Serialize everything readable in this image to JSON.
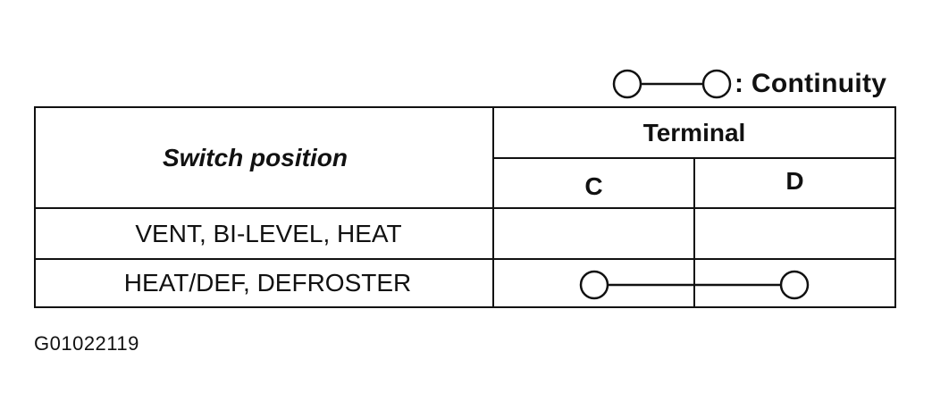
{
  "legend": {
    "symbol_icon": "continuity-symbol-icon",
    "label": ": Continuity"
  },
  "table": {
    "header": {
      "switch_position": "Switch position",
      "terminal": "Terminal",
      "terminals": [
        "C",
        "D"
      ]
    },
    "rows": [
      {
        "position": "VENT, BI-LEVEL, HEAT",
        "continuity": false
      },
      {
        "position": "HEAT/DEF, DEFROSTER",
        "continuity": true
      }
    ]
  },
  "footer": {
    "code": "G01022119"
  }
}
